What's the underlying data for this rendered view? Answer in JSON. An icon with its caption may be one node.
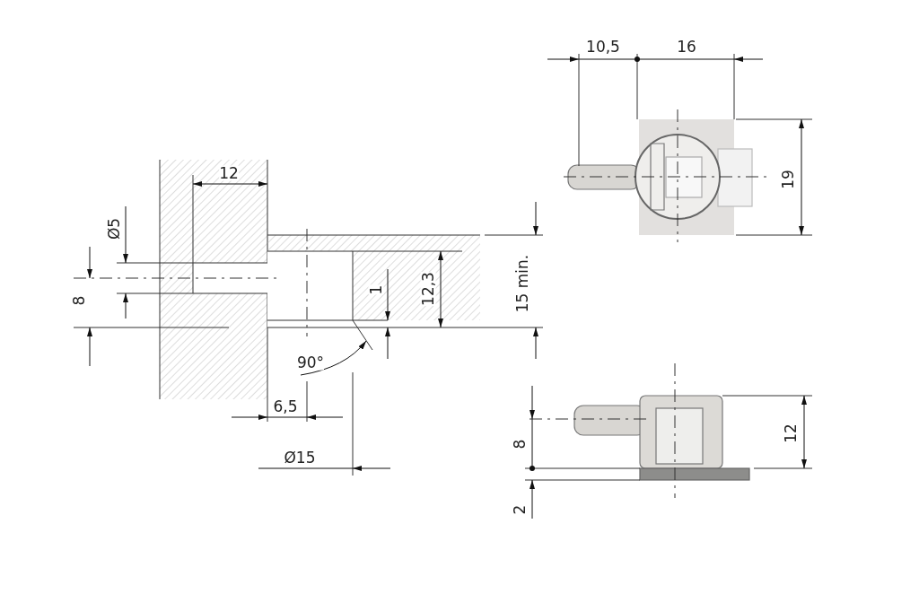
{
  "diagram": {
    "labels": [
      "10,5",
      "16",
      "12",
      "19",
      "Ø5",
      "8",
      "1",
      "12,3",
      "15 min.",
      "90°",
      "6,5",
      "8",
      "12",
      "Ø15",
      "2"
    ]
  }
}
